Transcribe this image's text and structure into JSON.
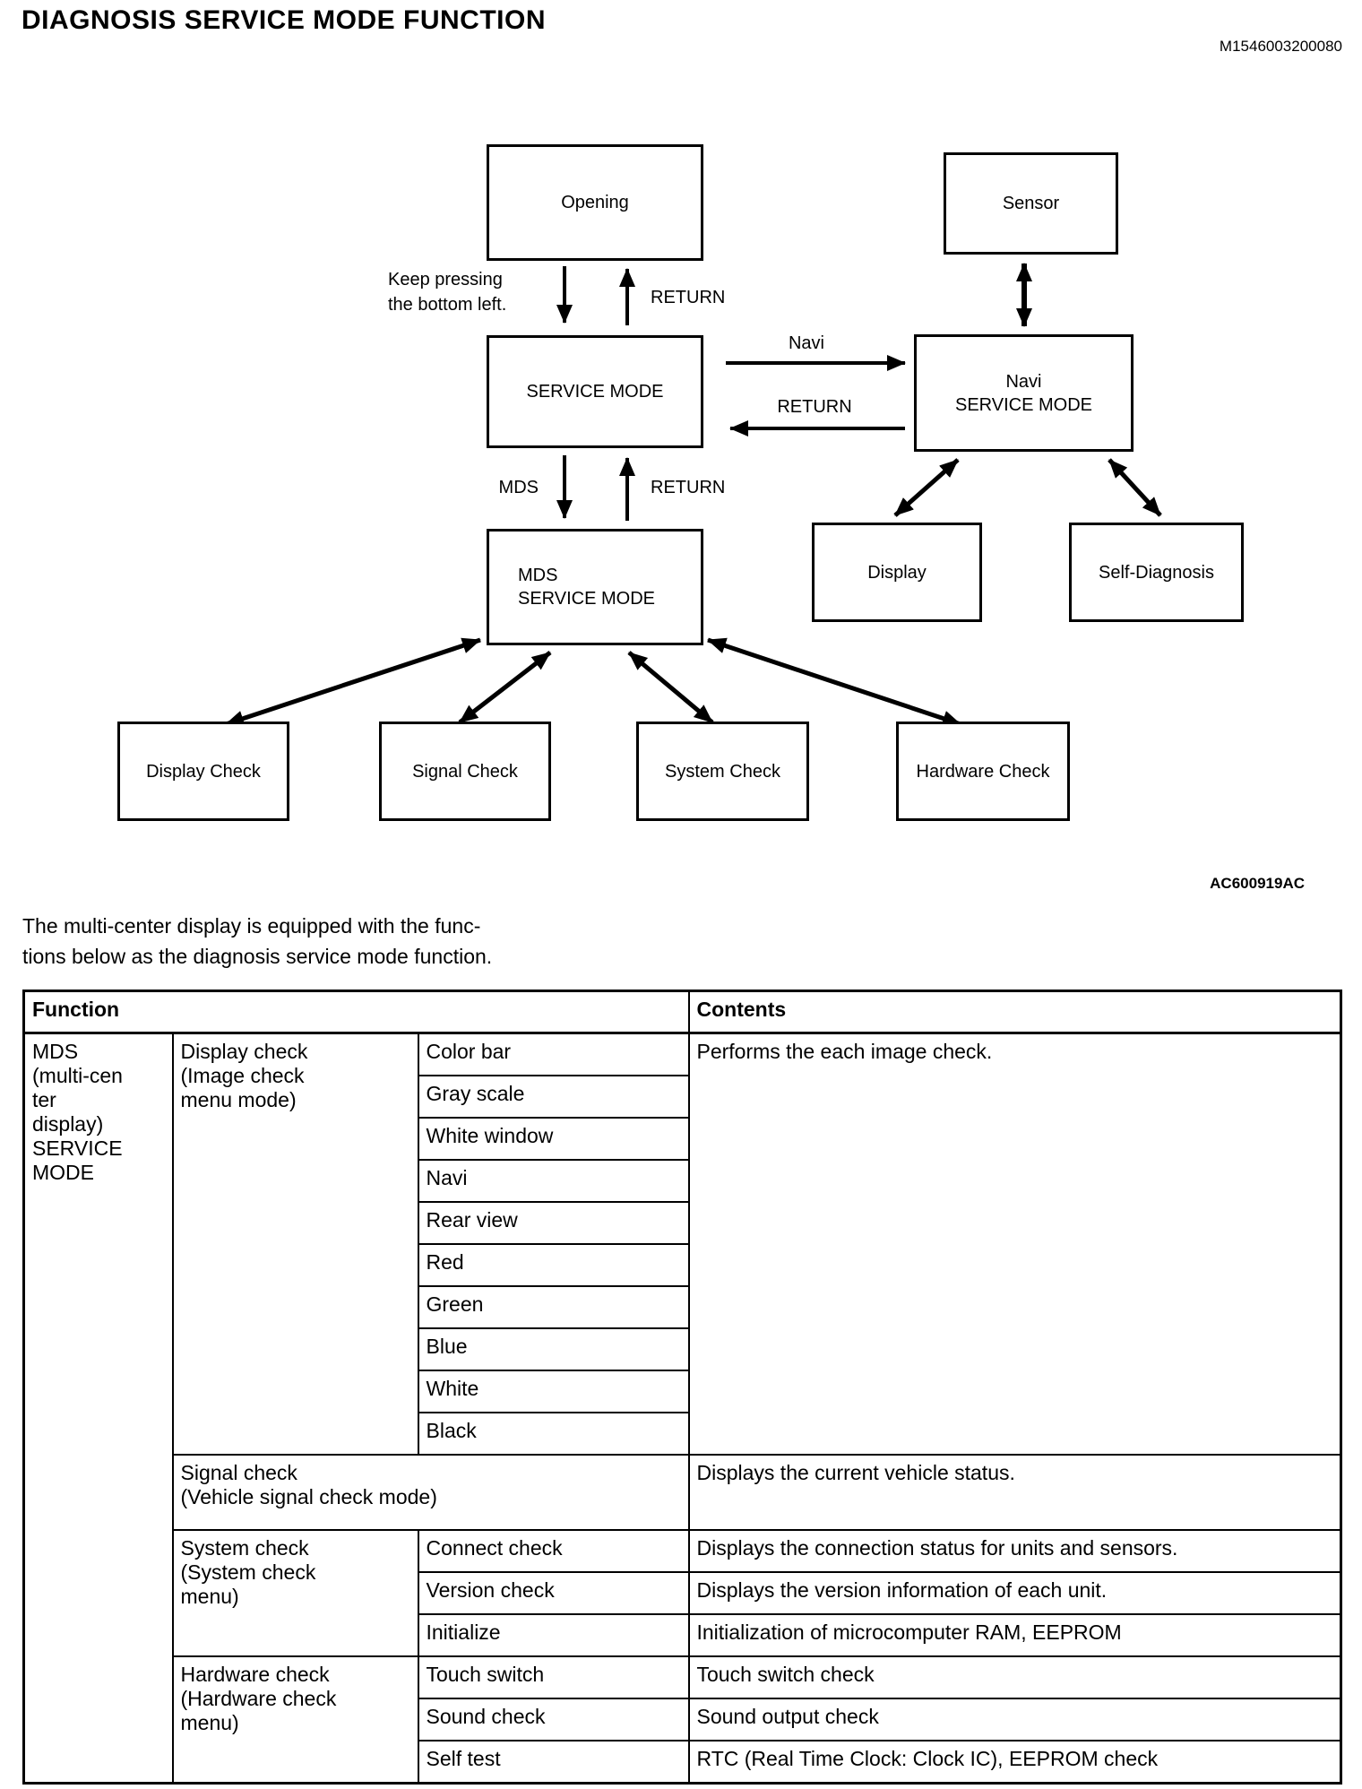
{
  "page": {
    "title": "DIAGNOSIS SERVICE MODE FUNCTION",
    "doc_code": "M1546003200080",
    "figure_code": "AC600919AC",
    "intro": "The multi-center display is equipped with the func-\ntions below as the diagnosis service mode function."
  },
  "diagram": {
    "opening": "Opening",
    "sensor": "Sensor",
    "service_mode": "SERVICE MODE",
    "navi_service_mode": "Navi\nSERVICE MODE",
    "mds_service_mode": "MDS\nSERVICE MODE",
    "display": "Display",
    "self_diagnosis": "Self-Diagnosis",
    "display_check": "Display Check",
    "signal_check": "Signal Check",
    "system_check": "System Check",
    "hardware_check": "Hardware Check",
    "labels": {
      "keep_pressing": "Keep pressing\nthe bottom left.",
      "return_top": "RETURN",
      "mds": "MDS",
      "return_mid": "RETURN",
      "navi": "Navi",
      "return_right": "RETURN"
    }
  },
  "table": {
    "header_function": "Function",
    "header_contents": "Contents",
    "col1_group": "MDS\n(multi-cen\nter\ndisplay)\nSERVICE\nMODE",
    "display_check_group": "Display check\n(Image check\nmenu mode)",
    "display_check_items": [
      "Color bar",
      "Gray scale",
      "White window",
      "Navi",
      "Rear view",
      "Red",
      "Green",
      "Blue",
      "White",
      "Black"
    ],
    "display_check_contents": "Performs the each image check.",
    "signal_check_group": "Signal check\n(Vehicle signal check mode)",
    "signal_check_contents": "Displays the current vehicle status.",
    "system_check_group": "System check\n(System check\nmenu)",
    "system_check_items": [
      "Connect check",
      "Version check",
      "Initialize"
    ],
    "system_check_contents": [
      "Displays the connection status for units and sensors.",
      "Displays the version information of each unit.",
      "Initialization of microcomputer RAM, EEPROM"
    ],
    "hardware_check_group": "Hardware check\n(Hardware check\nmenu)",
    "hardware_check_items": [
      "Touch switch",
      "Sound check",
      "Self test"
    ],
    "hardware_check_contents": [
      "Touch switch check",
      "Sound output check",
      "RTC (Real Time Clock: Clock IC), EEPROM check"
    ]
  }
}
